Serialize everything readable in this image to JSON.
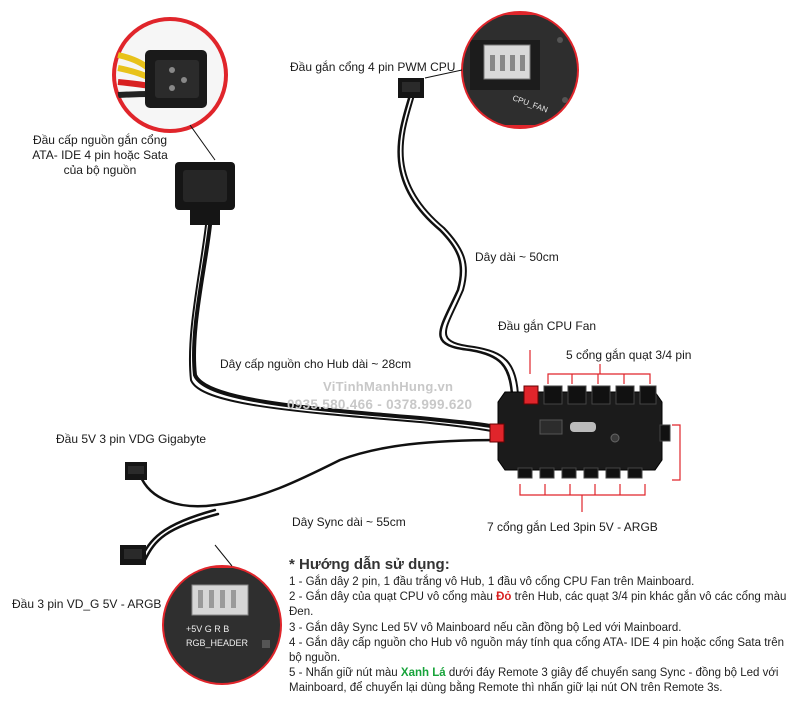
{
  "labels": {
    "pwm_cpu": "Đầu gắn cổng 4 pin PWM CPU",
    "ata_power": [
      "Đầu cấp nguồn gắn cổng",
      "ATA- IDE 4 pin hoặc Sata",
      "của bộ nguồn"
    ],
    "wire_50": "Dây dài ~ 50cm",
    "cpu_fan": "Đầu gắn CPU Fan",
    "fan_ports": "5 cổng gắn quạt 3/4 pin",
    "hub_power": "Dây cấp nguồn cho Hub dài ~  28cm",
    "vdg_gigabyte": "Đầu 5V 3 pin VDG Gigabyte",
    "sync_wire": "Dây Sync dài ~ 55cm",
    "led_ports": "7 cổng gắn Led  3pin  5V - ARGB",
    "vd_g": "Đầu 3 pin VD_G  5V - ARGB",
    "cpu_fan_header": "CPU_FAN",
    "rgb_header": "RGB_HEADER",
    "rgb_pins": "+5V G   R   B"
  },
  "watermark": {
    "site": "ViTinhManhHung.vn",
    "phone": "0935.580.466 - 0378.999.620"
  },
  "guide": {
    "title": "* Hướng dẫn sử dụng:",
    "step1": "1 - Gắn dây 2 pin, 1 đầu trắng vô Hub, 1 đầu vô cổng CPU Fan trên Mainboard.",
    "step2_a": "2 - Gắn dây của quạt CPU vô cổng màu ",
    "step2_red": "Đỏ",
    "step2_b": " trên Hub, các quạt 3/4 pin khác gắn vô các cổng màu Đen.",
    "step3": "3 - Gắn dây Sync Led 5V vô Mainboard nếu cần đồng bộ Led với Mainboard.",
    "step4": "4 - Gắn dây cấp nguồn cho Hub vô nguồn máy tính qua cổng ATA- IDE 4 pin hoặc cổng Sata trên bộ nguồn.",
    "step5_a": "5 - Nhấn giữ nút màu ",
    "step5_green": "Xanh Lá",
    "step5_b": " dưới đáy Remote 3 giây để chuyển sang Sync - đồng bộ Led với Mainboard, để chuyển lại dùng bằng Remote thì nhấn giữ lại nút ON trên Remote 3s."
  },
  "colors": {
    "accent_red": "#d81f1f",
    "accent_green": "#17a33a",
    "circle_red": "#e0252b",
    "cable": "#111111",
    "watermark": "#c8c8c8"
  }
}
